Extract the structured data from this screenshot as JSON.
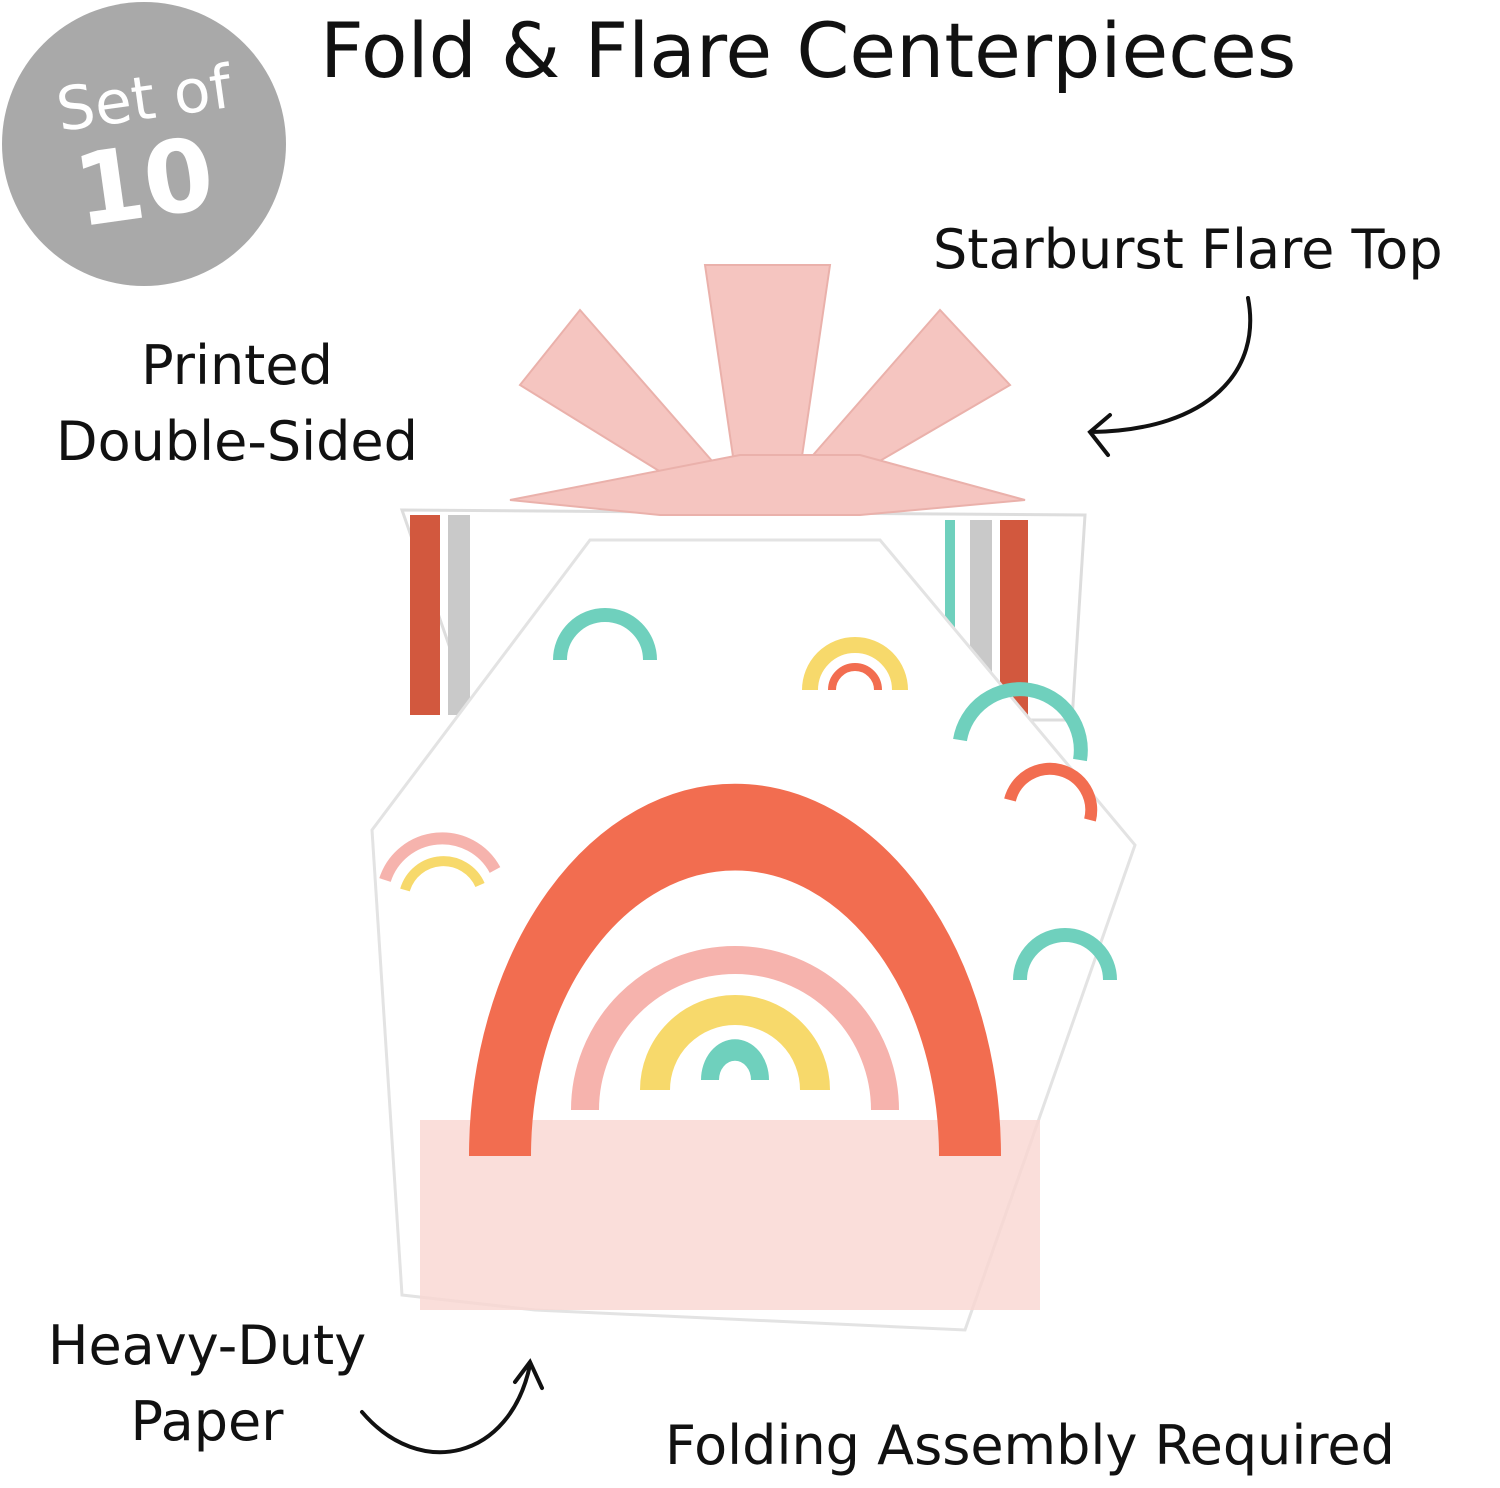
{
  "badge": {
    "line1": "Set of",
    "line2": "10",
    "color": "#a9a9a9"
  },
  "title": "Fold & Flare Centerpieces",
  "callouts": {
    "starburst": "Starburst Flare Top",
    "printed": [
      "Printed",
      "Double-Sided"
    ],
    "paper": [
      "Heavy-Duty",
      "Paper"
    ],
    "assembly": "Folding Assembly Required"
  },
  "colors": {
    "orange": "#f26d50",
    "pink": "#f6b3ad",
    "yellow": "#f7d96b",
    "teal": "#6fd0bd",
    "flare": "#f5c5c0",
    "blue": "#a9d4e8"
  }
}
